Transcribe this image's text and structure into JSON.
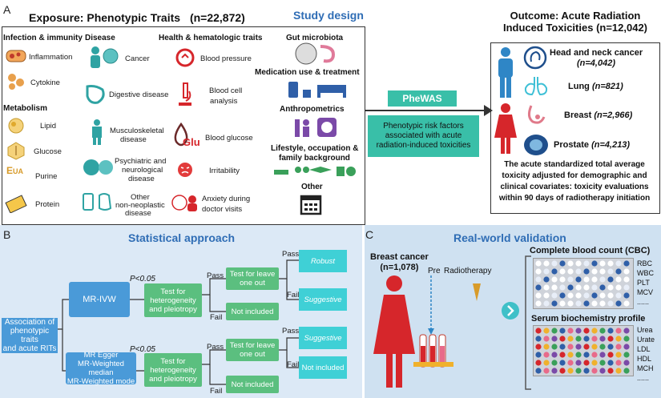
{
  "panelA": {
    "letter": "A",
    "exposure_title": "Exposure: Phenotypic Traits",
    "exposure_n": "(n=22,872)",
    "study_design": "Study design",
    "categories": {
      "infection": "Infection & immunity",
      "disease": "Disease",
      "health": "Health & hematologic traits",
      "gut": "Gut microbiota",
      "metabolism": "Metabolism",
      "medication": "Medication use & treatment",
      "anthro": "Anthropometrics",
      "lifestyle": "Lifestyle, occupation &",
      "lifestyle2": "family background",
      "other": "Other"
    },
    "items": {
      "inflammation": "Inflammation",
      "cytokine": "Cytokine",
      "lipid": "Lipid",
      "glucose": "Glucose",
      "purine": "Purine",
      "protein": "Protein",
      "cancer": "Cancer",
      "digestive": "Digestive disease",
      "musculo1": "Musculoskeletal",
      "musculo2": "disease",
      "psych1": "Psychiatric and",
      "psych2": "neurological",
      "psych3": "disease",
      "nonneo1": "Other",
      "nonneo2": "non-neoplastic",
      "nonneo3": "disease",
      "bp": "Blood pressure",
      "bca1": "Blood cell",
      "bca2": "analysis",
      "bg": "Blood glucose",
      "irritability": "Irritability",
      "anx1": "Anxiety during",
      "anx2": "doctor visits"
    },
    "pewas": "PheWAS",
    "risk1": "Phenotypic risk factors",
    "risk2": "associated with acute",
    "risk3": "radiation-induced toxicities",
    "outcome_title1": "Outcome: Acute Radiation",
    "outcome_title2": "Induced Toxicities",
    "outcome_n": "(n=12,042)",
    "outcomes": [
      {
        "name": "Head and neck cancer",
        "n": "(n=4,042)"
      },
      {
        "name": "Lung",
        "n": "(n=821)"
      },
      {
        "name": "Breast",
        "n": "(n=2,966)"
      },
      {
        "name": "Prostate",
        "n": "(n=4,213)"
      }
    ],
    "outcome_note1": "The acute standardized total average",
    "outcome_note2": "toxicity adjusted for demographic and",
    "outcome_note3": "clinical covariates: toxicity evaluations",
    "outcome_note4": "within 90 days of radiotherapy initiation",
    "glu_label": "Glu",
    "ua_label": "UA"
  },
  "panelB": {
    "letter": "B",
    "title": "Statistical approach",
    "association1": "Association of",
    "association2": "phenotypic traits",
    "association3": "and acute RITs",
    "mrivw": "MR-IVW",
    "mregger1": "MR Egger",
    "mregger2": "MR-Weighted median",
    "mregger3": "MR-Weighted mode",
    "p1": "P<0.05",
    "p2": "P<0.05",
    "het1": "Test for",
    "het2": "heterogeneity",
    "het3": "and pleiotropy",
    "loo1": "Test for leave",
    "loo2": "one out",
    "pass": "Pass",
    "fail": "Fail",
    "robust": "Robust",
    "suggestive": "Suggestive",
    "not_included": "Not included"
  },
  "panelC": {
    "letter": "C",
    "title": "Real-world validation",
    "breast1": "Breast cancer",
    "breast2": "(n=1,078)",
    "pre": "Pre",
    "radio": "Radiotherapy",
    "cbc": "Complete blood count (CBC)",
    "cbc_items": [
      "RBC",
      "WBC",
      "PLT",
      "MCV",
      "......"
    ],
    "serum": "Serum biochemistry profile",
    "serum_items": [
      "Urea",
      "Urate",
      "LDL",
      "HDL",
      "MCH",
      "......"
    ]
  },
  "colors": {
    "accent_blue": "#2f6db5",
    "green": "#5bbf7f",
    "teal": "#3fd0d6",
    "box_blue": "#4a9ad8",
    "panelB_bg": "#dce9f6",
    "panelC_bg": "#cfe1f1",
    "figure_red": "#d6262b",
    "figure_blue": "#2f86c6",
    "pheWAS_bg": "#39bfa8"
  }
}
